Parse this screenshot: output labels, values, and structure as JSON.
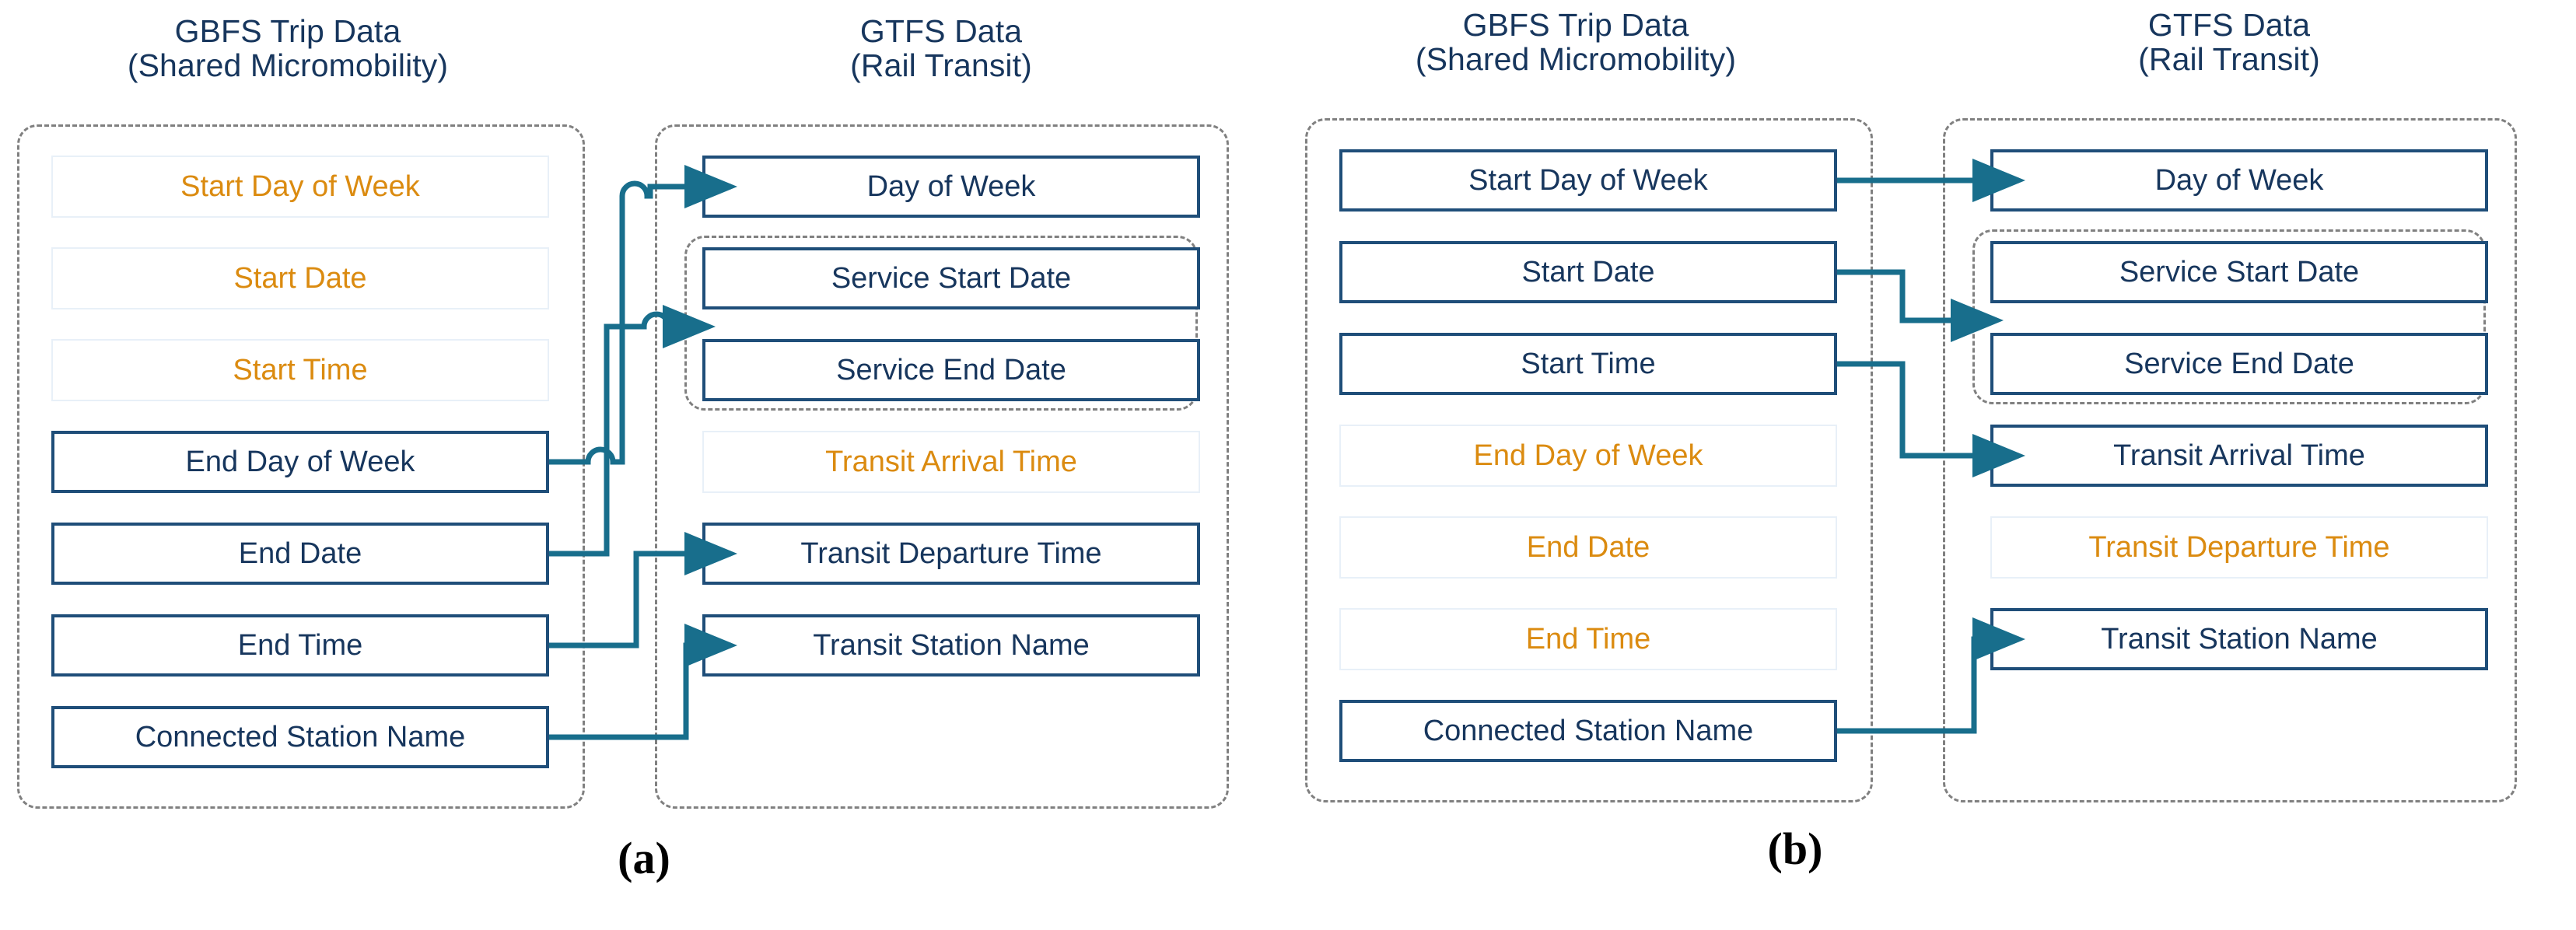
{
  "figure": {
    "type": "diagram",
    "description": "Two side-by-side schematic panels mapping GBFS shared-micromobility trip fields to GTFS rail-transit fields",
    "colors": {
      "active_text": "#17365D",
      "active_border": "#1F4E79",
      "inactive_text": "#DB8B10",
      "inactive_border": "#E8F0F8",
      "connector": "#186E8C",
      "group_border": "#808080",
      "background": "#FFFFFF"
    }
  },
  "panels": [
    {
      "label": "(a)",
      "left_column": {
        "title": "GBFS Trip Data\n(Shared Micromobility)",
        "fields": [
          {
            "label": "Start Day of Week",
            "state": "inactive"
          },
          {
            "label": "Start Date",
            "state": "inactive"
          },
          {
            "label": "Start Time",
            "state": "inactive"
          },
          {
            "label": "End Day of Week",
            "state": "active"
          },
          {
            "label": "End Date",
            "state": "active"
          },
          {
            "label": "End Time",
            "state": "active"
          },
          {
            "label": "Connected Station Name",
            "state": "active"
          }
        ]
      },
      "right_column": {
        "title": "GTFS Data\n(Rail Transit)",
        "fields": [
          {
            "label": "Day of Week",
            "state": "active"
          },
          {
            "label": "Service Start Date",
            "state": "active"
          },
          {
            "label": "Service End Date",
            "state": "active"
          },
          {
            "label": "Transit Arrival Time",
            "state": "inactive"
          },
          {
            "label": "Transit Departure Time",
            "state": "active"
          },
          {
            "label": "Transit Station Name",
            "state": "active"
          }
        ],
        "subgroup": [
          "Service Start Date",
          "Service End Date"
        ]
      },
      "connections": [
        {
          "from": "End Day of Week",
          "to": "Day of Week"
        },
        {
          "from": "End Date",
          "to": "Service Start Date / Service End Date"
        },
        {
          "from": "End Time",
          "to": "Transit Departure Time"
        },
        {
          "from": "Connected Station Name",
          "to": "Transit Station Name"
        }
      ]
    },
    {
      "label": "(b)",
      "left_column": {
        "title": "GBFS Trip Data\n(Shared Micromobility)",
        "fields": [
          {
            "label": "Start Day of Week",
            "state": "active"
          },
          {
            "label": "Start Date",
            "state": "active"
          },
          {
            "label": "Start Time",
            "state": "active"
          },
          {
            "label": "End Day of Week",
            "state": "inactive"
          },
          {
            "label": "End Date",
            "state": "inactive"
          },
          {
            "label": "End Time",
            "state": "inactive"
          },
          {
            "label": "Connected Station Name",
            "state": "active"
          }
        ]
      },
      "right_column": {
        "title": "GTFS Data\n(Rail Transit)",
        "fields": [
          {
            "label": "Day of Week",
            "state": "active"
          },
          {
            "label": "Service Start Date",
            "state": "active"
          },
          {
            "label": "Service End Date",
            "state": "active"
          },
          {
            "label": "Transit Arrival Time",
            "state": "active"
          },
          {
            "label": "Transit Departure Time",
            "state": "inactive"
          },
          {
            "label": "Transit Station Name",
            "state": "active"
          }
        ],
        "subgroup": [
          "Service Start Date",
          "Service End Date"
        ]
      },
      "connections": [
        {
          "from": "Start Day of Week",
          "to": "Day of Week"
        },
        {
          "from": "Start Date",
          "to": "Service Start Date / Service End Date"
        },
        {
          "from": "Start Time",
          "to": "Transit Arrival Time"
        },
        {
          "from": "Connected Station Name",
          "to": "Transit Station Name"
        }
      ]
    }
  ]
}
